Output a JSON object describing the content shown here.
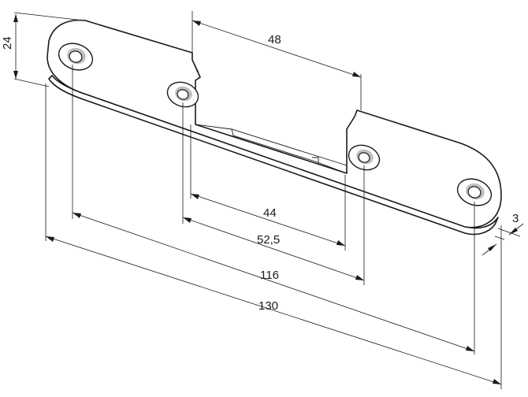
{
  "dimensions": {
    "width_24": "24",
    "slot_48": "48",
    "inner_44": "44",
    "span_52_5": "52,5",
    "holes_116": "116",
    "total_130": "130",
    "thickness_3": "3"
  },
  "colors": {
    "line": "#1a1a1a",
    "hole_shading": "#bfbfbf",
    "background": "#ffffff"
  }
}
